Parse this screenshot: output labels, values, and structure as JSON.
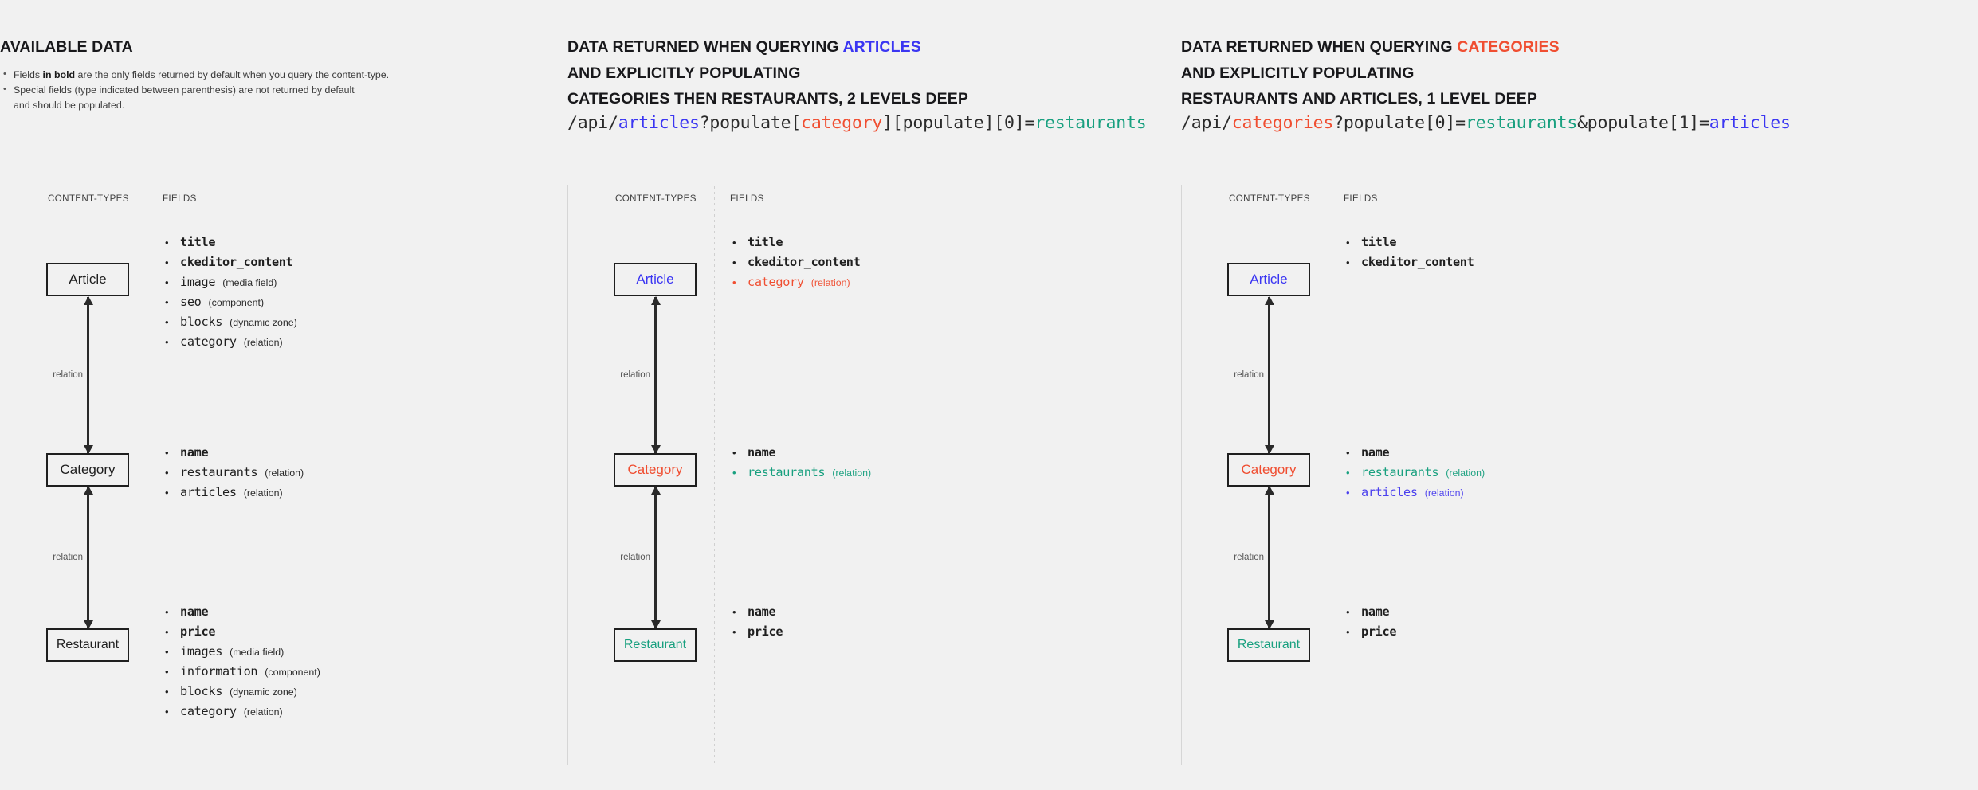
{
  "colors": {
    "background": "#f1f1f1",
    "text": "#1f1f1f",
    "articles_blue": "#3b36f2",
    "categories_red": "#f04e31",
    "restaurants_green": "#18a07f",
    "muted": "#555555"
  },
  "panels": [
    {
      "id": "available",
      "title_plain": "AVAILABLE DATA",
      "notes": [
        {
          "prefix": "Fields ",
          "bold": "in bold",
          "suffix": " are the only fields returned by default when you query the content-type."
        },
        {
          "prefix": "Special fields (type indicated between parenthesis) are not returned by default",
          "bold": "",
          "suffix": ""
        },
        {
          "prefix": "and should be populated.",
          "bold": "",
          "suffix": "",
          "continuation": true
        }
      ],
      "columns": {
        "content_types": "CONTENT-TYPES",
        "fields": "FIELDS"
      },
      "relation_label": "relation",
      "entities": [
        {
          "name": "Article",
          "color": "default",
          "fields": [
            {
              "name": "title",
              "type": "",
              "bold": true,
              "color": "default"
            },
            {
              "name": "ckeditor_content",
              "type": "",
              "bold": true,
              "color": "default"
            },
            {
              "name": "image",
              "type": "(media field)",
              "bold": false,
              "color": "default"
            },
            {
              "name": "seo",
              "type": "(component)",
              "bold": false,
              "color": "default"
            },
            {
              "name": "blocks",
              "type": "(dynamic zone)",
              "bold": false,
              "color": "default"
            },
            {
              "name": "category",
              "type": "(relation)",
              "bold": false,
              "color": "default"
            }
          ]
        },
        {
          "name": "Category",
          "color": "default",
          "fields": [
            {
              "name": "name",
              "type": "",
              "bold": true,
              "color": "default"
            },
            {
              "name": "restaurants",
              "type": "(relation)",
              "bold": false,
              "color": "default"
            },
            {
              "name": "articles",
              "type": "(relation)",
              "bold": false,
              "color": "default"
            }
          ]
        },
        {
          "name": "Restaurant",
          "color": "default",
          "fields": [
            {
              "name": "name",
              "type": "",
              "bold": true,
              "color": "default"
            },
            {
              "name": "price",
              "type": "",
              "bold": true,
              "color": "default"
            },
            {
              "name": "images",
              "type": "(media field)",
              "bold": false,
              "color": "default"
            },
            {
              "name": "information",
              "type": "(component)",
              "bold": false,
              "color": "default"
            },
            {
              "name": "blocks",
              "type": "(dynamic zone)",
              "bold": false,
              "color": "default"
            },
            {
              "name": "category",
              "type": "(relation)",
              "bold": false,
              "color": "default"
            }
          ]
        }
      ]
    },
    {
      "id": "articles",
      "title_lines": [
        {
          "plain": "DATA RETURNED WHEN QUERYING ",
          "accent": "ARTICLES",
          "accent_color": "blue"
        },
        {
          "plain": "AND EXPLICITLY POPULATING",
          "accent": "",
          "accent_color": ""
        },
        {
          "plain": "CATEGORIES THEN RESTAURANTS, 2 LEVELS DEEP",
          "accent": "",
          "accent_color": ""
        }
      ],
      "url_tokens": [
        {
          "text": "/api/",
          "color": "default"
        },
        {
          "text": "articles",
          "color": "blue"
        },
        {
          "text": "?populate[",
          "color": "default"
        },
        {
          "text": "category",
          "color": "red"
        },
        {
          "text": "][populate][0]=",
          "color": "default"
        },
        {
          "text": "restaurants",
          "color": "green"
        }
      ],
      "columns": {
        "content_types": "CONTENT-TYPES",
        "fields": "FIELDS"
      },
      "relation_label": "relation",
      "entities": [
        {
          "name": "Article",
          "color": "blue",
          "fields": [
            {
              "name": "title",
              "type": "",
              "bold": true,
              "color": "default"
            },
            {
              "name": "ckeditor_content",
              "type": "",
              "bold": true,
              "color": "default"
            },
            {
              "name": "category",
              "type": "(relation)",
              "bold": false,
              "color": "red"
            }
          ]
        },
        {
          "name": "Category",
          "color": "red",
          "fields": [
            {
              "name": "name",
              "type": "",
              "bold": true,
              "color": "default"
            },
            {
              "name": "restaurants",
              "type": "(relation)",
              "bold": false,
              "color": "green"
            }
          ]
        },
        {
          "name": "Restaurant",
          "color": "green",
          "fields": [
            {
              "name": "name",
              "type": "",
              "bold": true,
              "color": "default"
            },
            {
              "name": "price",
              "type": "",
              "bold": true,
              "color": "default"
            }
          ]
        }
      ]
    },
    {
      "id": "categories",
      "title_lines": [
        {
          "plain": "DATA RETURNED WHEN QUERYING ",
          "accent": "CATEGORIES",
          "accent_color": "red"
        },
        {
          "plain": "AND EXPLICITLY POPULATING",
          "accent": "",
          "accent_color": ""
        },
        {
          "plain": "RESTAURANTS AND ARTICLES, 1 LEVEL DEEP",
          "accent": "",
          "accent_color": ""
        }
      ],
      "url_tokens": [
        {
          "text": "/api/",
          "color": "default"
        },
        {
          "text": "categories",
          "color": "red"
        },
        {
          "text": "?populate[0]=",
          "color": "default"
        },
        {
          "text": "restaurants",
          "color": "green"
        },
        {
          "text": "&populate[1]=",
          "color": "default"
        },
        {
          "text": "articles",
          "color": "blue"
        }
      ],
      "columns": {
        "content_types": "CONTENT-TYPES",
        "fields": "FIELDS"
      },
      "relation_label": "relation",
      "entities": [
        {
          "name": "Article",
          "color": "blue",
          "fields": [
            {
              "name": "title",
              "type": "",
              "bold": true,
              "color": "default"
            },
            {
              "name": "ckeditor_content",
              "type": "",
              "bold": true,
              "color": "default"
            }
          ]
        },
        {
          "name": "Category",
          "color": "red",
          "fields": [
            {
              "name": "name",
              "type": "",
              "bold": true,
              "color": "default"
            },
            {
              "name": "restaurants",
              "type": "(relation)",
              "bold": false,
              "color": "green"
            },
            {
              "name": "articles",
              "type": "(relation)",
              "bold": false,
              "color": "blue"
            }
          ]
        },
        {
          "name": "Restaurant",
          "color": "green",
          "fields": [
            {
              "name": "name",
              "type": "",
              "bold": true,
              "color": "default"
            },
            {
              "name": "price",
              "type": "",
              "bold": true,
              "color": "default"
            }
          ]
        }
      ]
    }
  ]
}
